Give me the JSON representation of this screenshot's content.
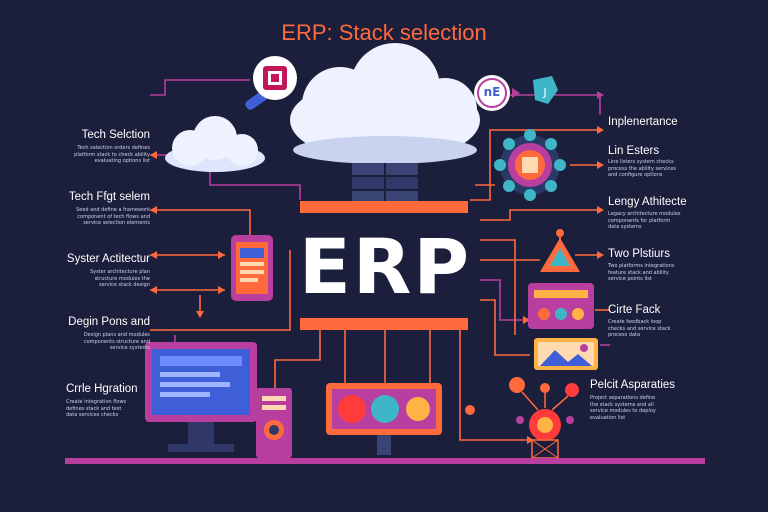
{
  "title": "ERP: Stack selection",
  "center_label": "ERP",
  "left_items": [
    {
      "label": "Tech Selction",
      "lines": [
        "Tech selection orders defines",
        "platform stack to check ability",
        "evaluating options list"
      ]
    },
    {
      "label": "Tech Ffgt selem",
      "lines": [
        "Seed and define a framework",
        "component of tech flows and",
        "service selection elements"
      ]
    },
    {
      "label": "Syster Actitectur",
      "lines": [
        "Syster architecture plan",
        "structure modules the",
        "service stack design"
      ]
    },
    {
      "label": "Degin Pons and",
      "lines": [
        "Design plans and modules",
        "components structure and",
        "service systems"
      ]
    },
    {
      "label": "Crrle Hgration",
      "lines": [
        "Create integration flows",
        "defines stack and test",
        "data services checks"
      ]
    }
  ],
  "right_items": [
    {
      "label": "Inplenertance",
      "lines": []
    },
    {
      "label": "Lin Esters",
      "lines": [
        "Line listers system checks",
        "process the ability services",
        "and configure options"
      ]
    },
    {
      "label": "Lengy Athitecte",
      "lines": [
        "Legacy architecture modules",
        "components for platform",
        "data systems"
      ]
    },
    {
      "label": "Two Plstiurs",
      "lines": [
        "Two platforms integrations",
        "feature stack and ability",
        "service points list"
      ]
    },
    {
      "label": "Cirte Fack",
      "lines": [
        "Create feedback loop",
        "checks and service stack",
        "process data"
      ]
    },
    {
      "label": "Pelcit Asparaties",
      "lines": [
        "Project separations define",
        "the stack systems and all",
        "service modules to deploy",
        "evaluation list"
      ]
    }
  ],
  "icon_text": "nE",
  "colors": {
    "background": "#1b1f3b",
    "accent_orange": "#ff6a3d",
    "accent_magenta": "#b83fa0",
    "cloud": "#eef2ff",
    "teal": "#3fb6c8"
  }
}
